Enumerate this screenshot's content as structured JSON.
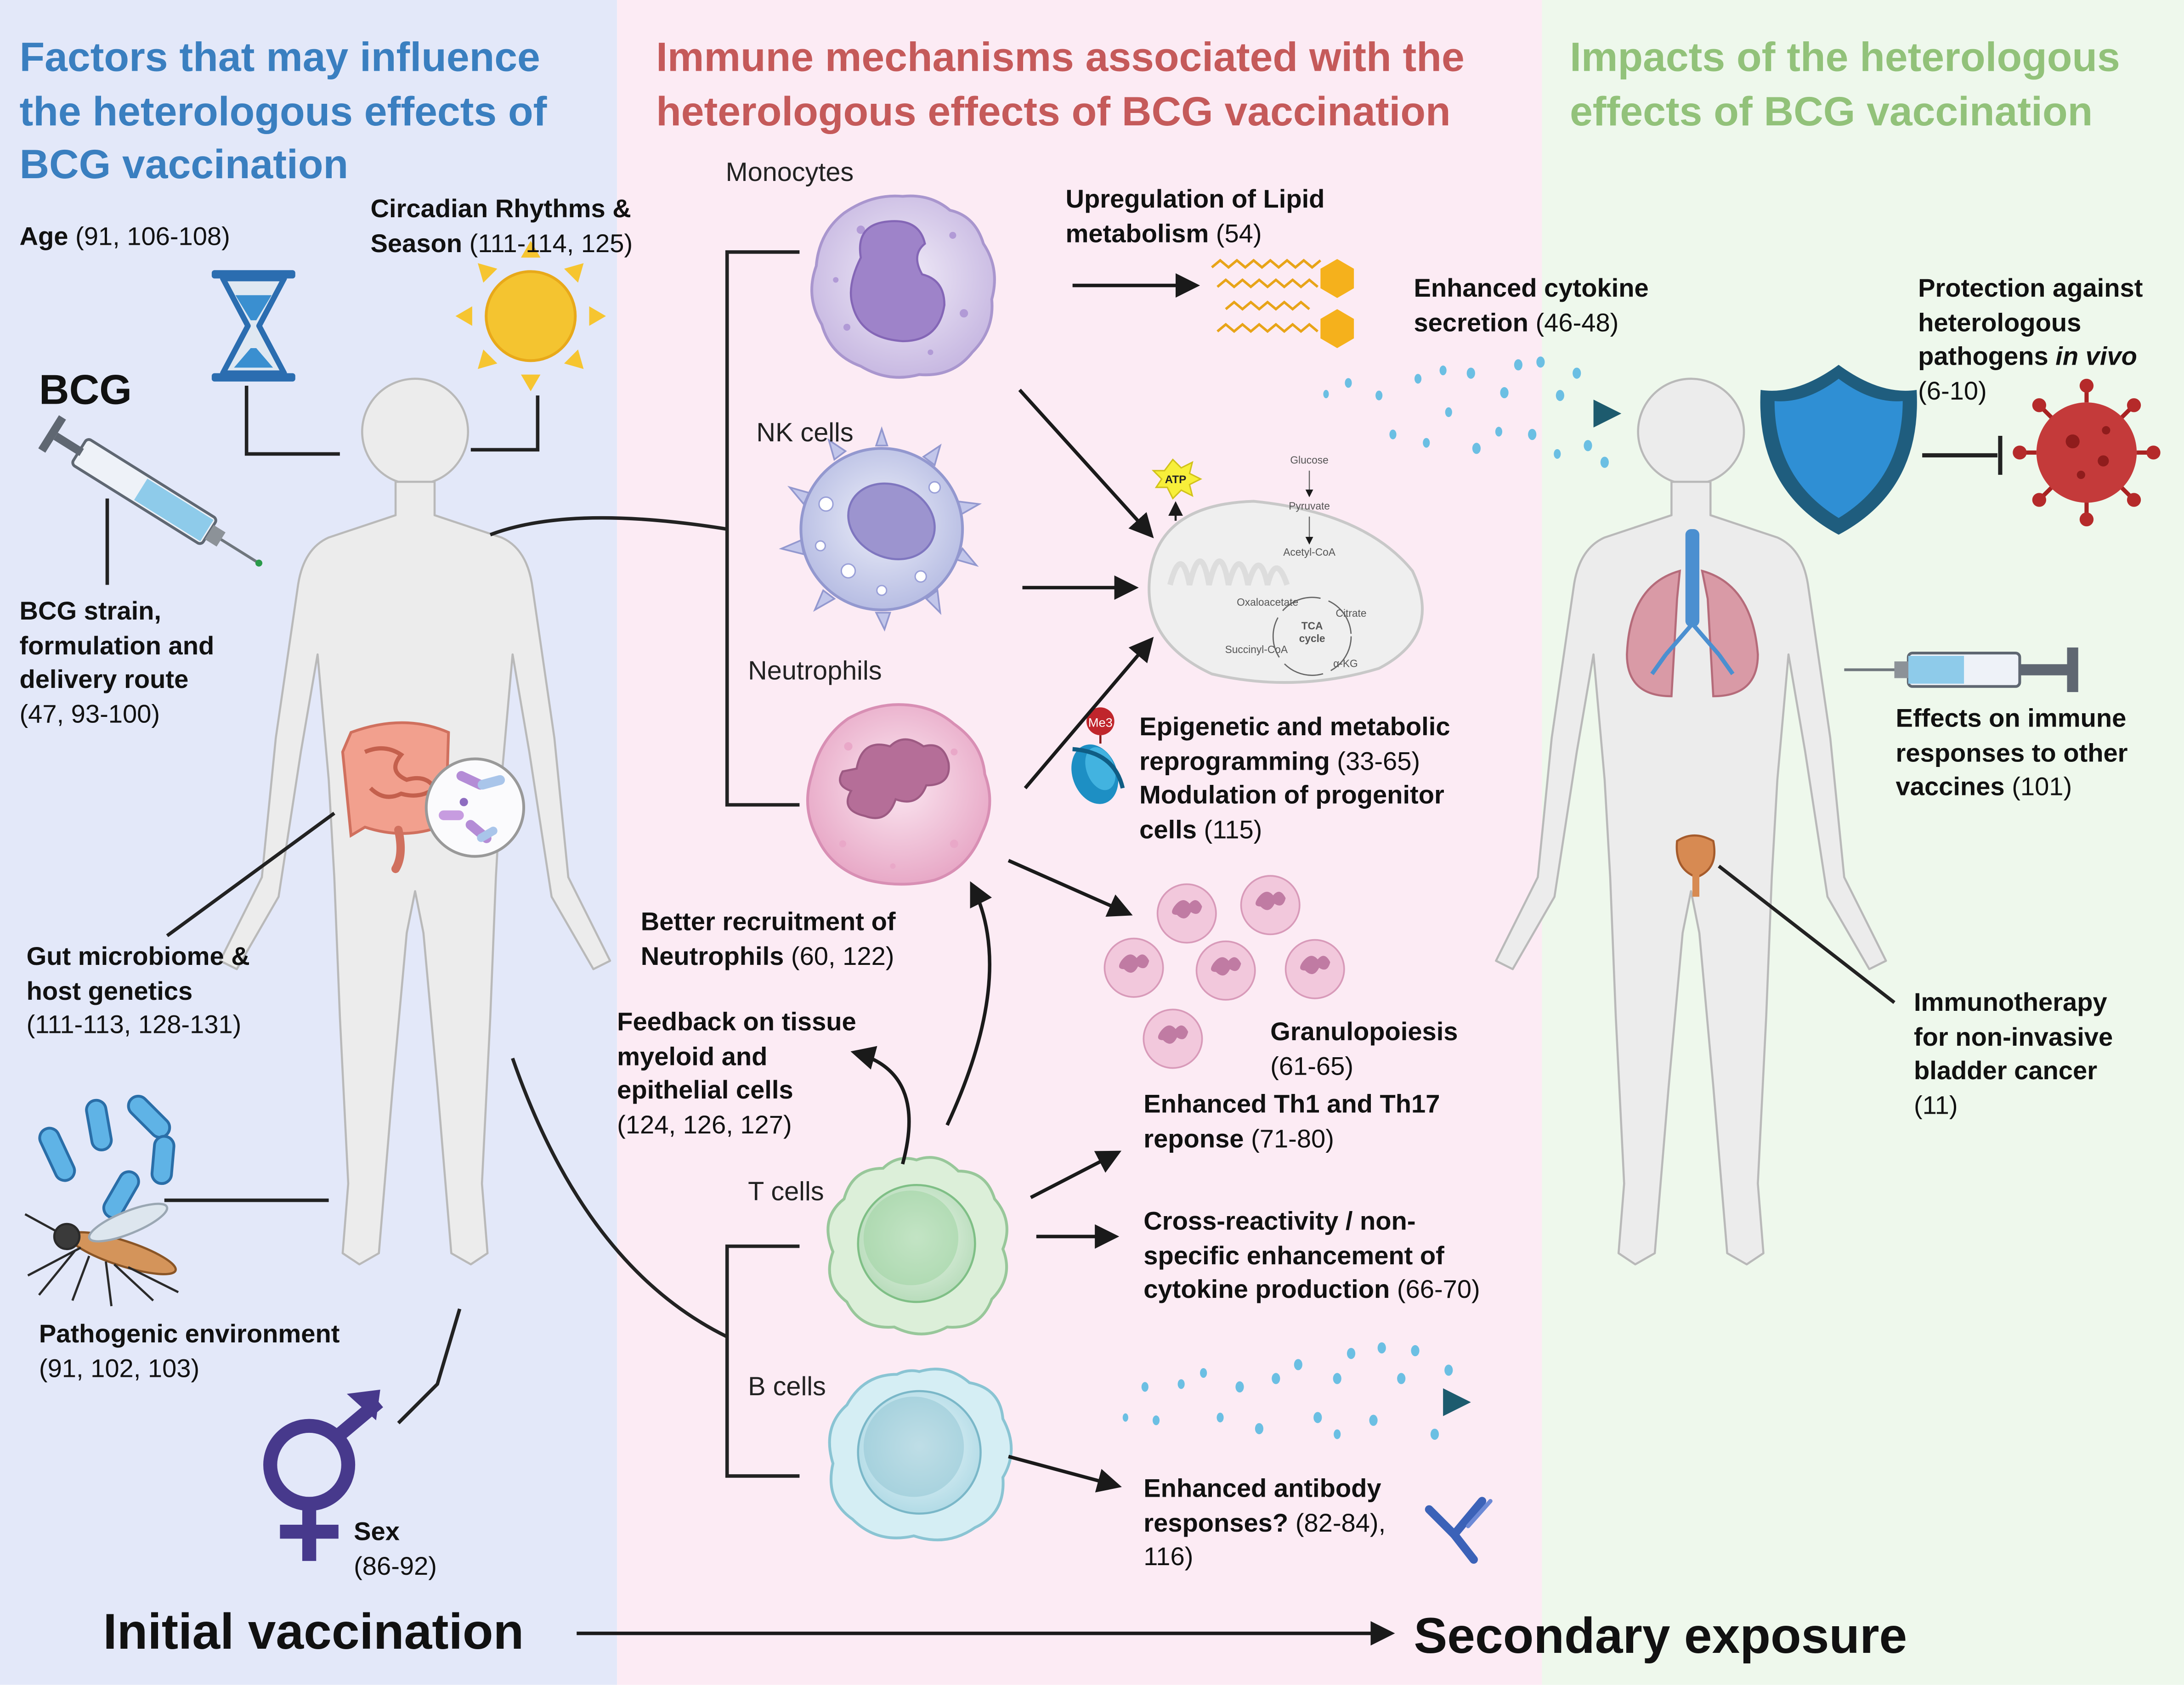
{
  "colors": {
    "left_panel": "#e3e8f9",
    "mid_panel": "#fcebf4",
    "right_panel": "#eef8ec",
    "left_heading": "#3a7fc0",
    "mid_heading": "#c55a5a",
    "right_heading": "#92c27a"
  },
  "headings": {
    "left": [
      "Factors that may influence",
      "the heterologous effects of",
      "BCG vaccination"
    ],
    "mid": [
      "Immune mechanisms associated with the",
      "heterologous effects of BCG vaccination"
    ],
    "right": [
      "Impacts of the heterologous",
      "effects of BCG vaccination"
    ]
  },
  "factors": {
    "bcg_label": "BCG",
    "age": {
      "title": "Age",
      "refs": " (91, 106-108)"
    },
    "circadian": {
      "line1": "Circadian Rhythms &",
      "line2_title": "Season",
      "line2_refs": " (111-114, 125)"
    },
    "strain": {
      "lines": [
        "BCG strain,",
        "formulation and",
        "delivery route"
      ],
      "refs": "(47, 93-100)"
    },
    "gut": {
      "lines": [
        "Gut microbiome &",
        "host genetics"
      ],
      "refs": "(111-113, 128-131)"
    },
    "pathogen": {
      "title": "Pathogenic environment",
      "refs": "(91, 102, 103)"
    },
    "sex": {
      "title": "Sex",
      "refs": "(86-92)"
    }
  },
  "cells": {
    "monocytes": "Monocytes",
    "nk": "NK cells",
    "neutrophils": "Neutrophils",
    "t": "T cells",
    "b": "B cells"
  },
  "mechanisms": {
    "lipid": {
      "line1": "Upregulation of Lipid",
      "line2_title": "metabolism",
      "line2_refs": " (54)"
    },
    "cytokine": {
      "line1": "Enhanced cytokine",
      "line2_title": "secretion",
      "line2_refs": " (46-48)"
    },
    "epigenetic": {
      "line1": "Epigenetic and metabolic",
      "line2_title": "reprogramming",
      "line2_refs": " (33-65)",
      "line3": "Modulation of progenitor",
      "line4_title": "cells",
      "line4_refs": " (115)"
    },
    "recruitment": {
      "line1": "Better recruitment of",
      "line2_title": "Neutrophils",
      "line2_refs": " (60, 122)"
    },
    "feedback": {
      "lines": [
        "Feedback on tissue",
        "myeloid and",
        "epithelial cells"
      ],
      "refs": "(124, 126, 127)"
    },
    "granulopoiesis": {
      "title": "Granulopoiesis",
      "refs": "(61-65)"
    },
    "th": {
      "line1": "Enhanced Th1 and Th17",
      "line2_title": "reponse",
      "line2_refs": " (71-80)"
    },
    "crossreactivity": {
      "line1": "Cross-reactivity / non-",
      "line2": "specific enhancement of",
      "line3_title": "cytokine production",
      "line3_refs": " (66-70)"
    },
    "antibody": {
      "line1": "Enhanced antibody",
      "line2_title": "responses?",
      "line2_refs": " (82-84),",
      "line3": "116)"
    }
  },
  "tca": {
    "glucose": "Glucose",
    "pyruvate": "Pyruvate",
    "acetyl": "Acetyl-CoA",
    "oxaloacetate": "Oxaloacetate",
    "citrate": "Citrate",
    "cycle1": "TCA",
    "cycle2": "cycle",
    "succinyl": "Succinyl-CoA",
    "akg": "α-KG",
    "atp": "ATP",
    "me3": "Me3"
  },
  "impacts": {
    "protection": {
      "lines": [
        "Protection against",
        "heterologous"
      ],
      "line3_title": "pathogens ",
      "line3_italic": "in vivo",
      "refs": "(6-10)"
    },
    "vaccines": {
      "lines": [
        "Effects on immune",
        "responses to other"
      ],
      "line3_title": "vaccines",
      "line3_refs": " (101)"
    },
    "bladder": {
      "lines": [
        "Immunotherapy",
        "for non-invasive",
        "bladder cancer"
      ],
      "refs": "(11)"
    }
  },
  "footer": {
    "initial": "Initial vaccination",
    "secondary": "Secondary exposure"
  }
}
